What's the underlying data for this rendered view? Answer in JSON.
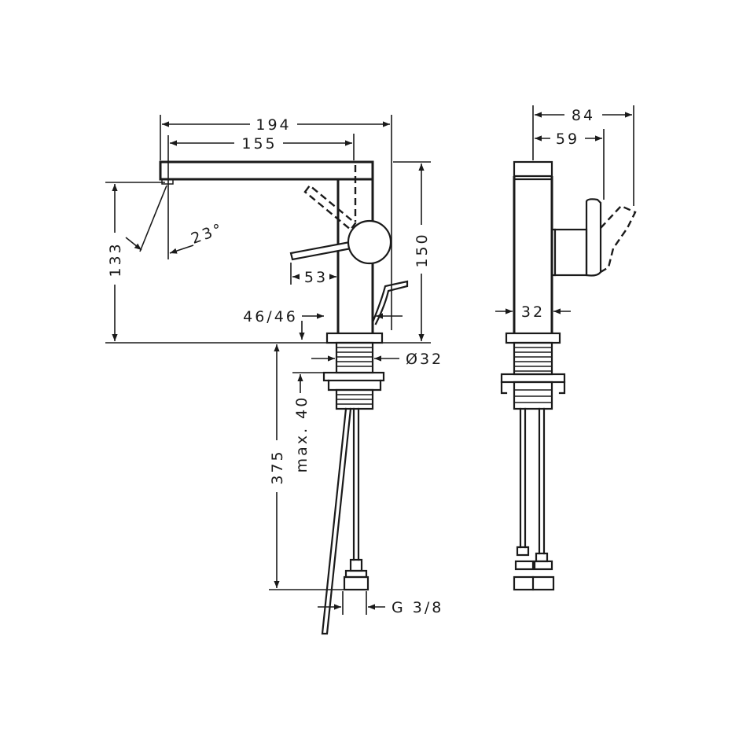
{
  "dimensions": {
    "overall_reach": "194",
    "spout_reach": "155",
    "spout_height": "133",
    "spout_angle": "23°",
    "total_height": "150",
    "lever_distance": "53",
    "waste_offset": "46/46",
    "thread_diameter": "Ø32",
    "shank_length": "375",
    "deck_thickness": "max. 40",
    "connection": "G 3/8",
    "side_depth": "84",
    "lever_depth": "59",
    "body_width": "32"
  },
  "colors": {
    "line": "#1a1a1a",
    "background": "#ffffff"
  }
}
